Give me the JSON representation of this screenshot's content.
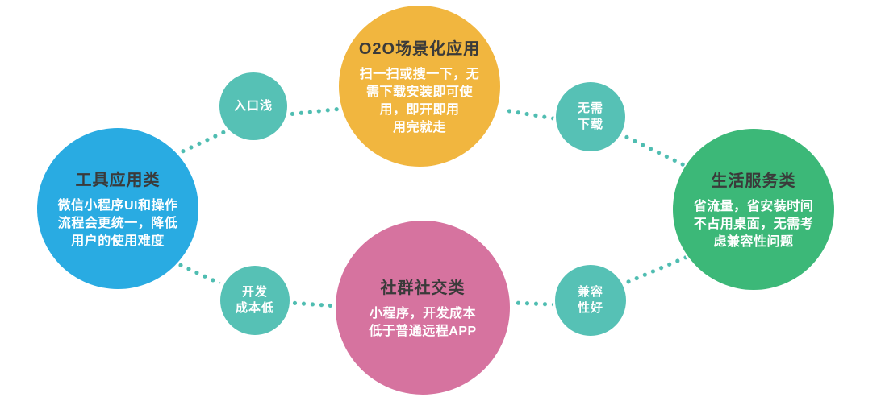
{
  "diagram": {
    "categories": {
      "o2o": {
        "title": "O2O场景化应用",
        "body": "扫一扫或搜一下，无\n需下载安装即可使\n用，即开即用\n用完就走",
        "color": "#F1B63F"
      },
      "tool": {
        "title": "工具应用类",
        "body": "微信小程序UI和操作\n流程会更统一，降低\n用户的使用难度",
        "color": "#29ABE2"
      },
      "life": {
        "title": "生活服务类",
        "body": "省流量，省安装时间\n不占用桌面，无需考\n虑兼容性问题",
        "color": "#3CB878"
      },
      "social": {
        "title": "社群社交类",
        "body": "小程序，开发成本\n低于普通远程APP",
        "color": "#D6739F"
      }
    },
    "features": {
      "entry": {
        "label": "入口浅"
      },
      "no_download": {
        "label": "无需\n下载"
      },
      "low_dev_cost": {
        "label": "开发\n成本低"
      },
      "compatibility": {
        "label": "兼容\n性好"
      }
    },
    "colors": {
      "feature_circle": "#56C1B5",
      "connector_dots": "#4FBDB1",
      "title_text": "#3A3A3A",
      "body_text": "#FFFFFF"
    }
  }
}
